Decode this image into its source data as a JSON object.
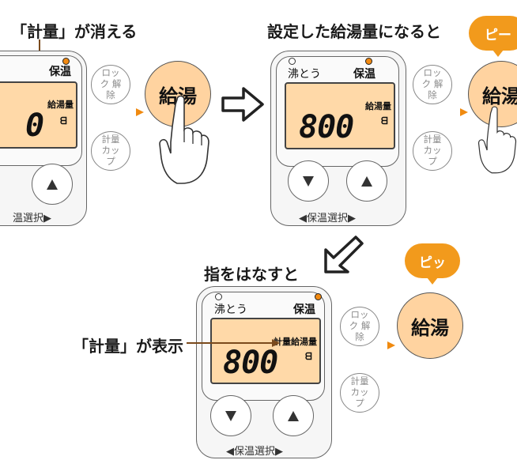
{
  "captions": {
    "top_left": "「計量」が消える",
    "top_right": "設定した給湯量になると",
    "bottom": "指をはなすと",
    "side_label": "「計量」が表示"
  },
  "panel_left": {
    "lamp_keep_warm": "保温",
    "lcd_label": "給湯量",
    "lcd_value": "0",
    "cup_symbol": "ᗺ",
    "lock_button": "ロック 解除",
    "measure_button": "計量 カップ",
    "hot_water_button": "給湯",
    "select_label": "温選択",
    "select_arrow": "▶"
  },
  "panel_right": {
    "lamp_boil": "沸とう",
    "lamp_keep_warm": "保温",
    "lcd_label": "給湯量",
    "lcd_value": "800",
    "cup_symbol": "ᗺ",
    "lock_button": "ロック 解除",
    "measure_button": "計量 カップ",
    "hot_water_button": "給湯",
    "bubble": "ピー",
    "select_label": "保温選択",
    "select_left_arrow": "◀",
    "select_right_arrow": "▶"
  },
  "panel_bottom": {
    "lamp_boil": "沸とう",
    "lamp_keep_warm": "保温",
    "lcd_label": "計量給湯量",
    "lcd_value": "800",
    "cup_symbol": "ᗺ",
    "lock_button": "ロック 解除",
    "measure_button": "計量 カップ",
    "hot_water_button": "給湯",
    "bubble": "ピッ",
    "select_label": "保温選択",
    "select_left_arrow": "◀",
    "select_right_arrow": "▶"
  },
  "colors": {
    "lcd_background": "#ffd9a8",
    "hot_water_button": "#ffd3a0",
    "bubble": "#f29a1c",
    "lamp": "#f28a12",
    "leader_line": "#7a4a1c"
  },
  "icons": [
    "hand-press-icon",
    "right-arrow-icon",
    "down-left-arrow-icon",
    "up-triangle-icon",
    "down-triangle-icon"
  ]
}
